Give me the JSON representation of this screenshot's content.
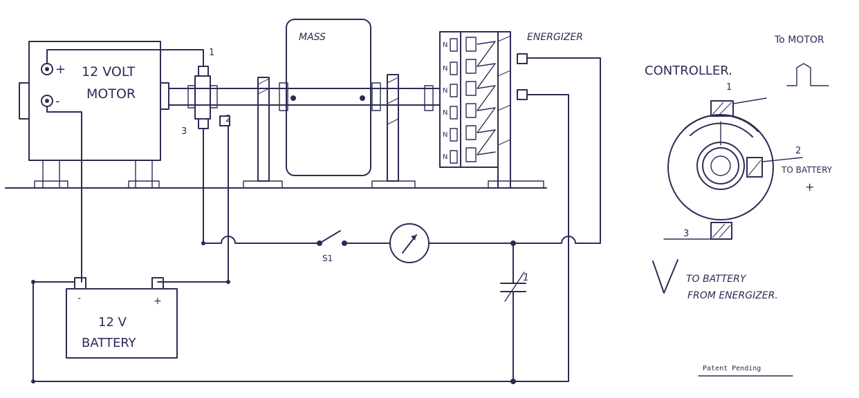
{
  "diagram": {
    "motor_label_line1": "12 VOLT",
    "motor_label_line2": "MOTOR",
    "motor_plus": "+",
    "motor_minus": "-",
    "mass_label": "MASS",
    "energizer_label": "ENERGIZER",
    "pole_letter": "N",
    "commutator_terminal_1": "1",
    "commutator_terminal_2": "2",
    "commutator_terminal_3": "3",
    "switch_label": "S1",
    "capacitor_label": "1",
    "battery_label_line1": "12 V",
    "battery_label_line2": "BATTERY",
    "battery_minus": "-",
    "battery_plus": "+",
    "controller_title": "CONTROLLER.",
    "to_motor_label": "To MOTOR",
    "controller_terminal_1": "1",
    "controller_terminal_2": "2",
    "controller_terminal_3": "3",
    "to_battery_plus_label": "TO BATTERY",
    "plus_sign": "+",
    "energizer_note_line1": "TO BATTERY",
    "energizer_note_line2": "FROM ENERGIZER.",
    "patent_label": "Patent Pending"
  },
  "colors": {
    "ink": "#2b2b55",
    "paper": "#ffffff"
  }
}
